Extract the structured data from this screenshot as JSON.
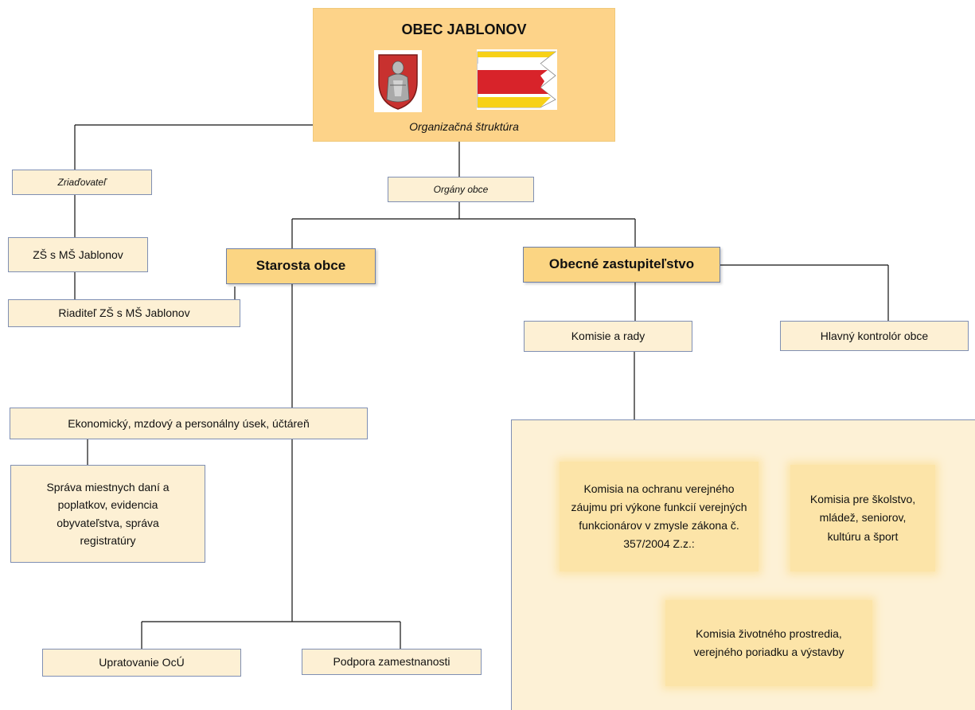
{
  "header": {
    "title": "OBEC JABLONOV",
    "subtitle": "Organizačná štruktúra"
  },
  "labels": {
    "founder": "Zriaďovateľ",
    "bodies": "Orgány obce"
  },
  "units": {
    "school": "ZŠ s MŠ Jablonov",
    "school_director": "Riaditeľ ZŠ s MŠ Jablonov",
    "mayor": "Starosta obce",
    "council": "Obecné zastupiteľstvo",
    "commissions_boards": "Komisie a rady",
    "chief_controller": "Hlavný kontrolór obce",
    "economic_dept": "Ekonomický, mzdový a personálny úsek, účtáreň",
    "tax_admin": "Správa miestnych daní a poplatkov, evidencia obyvateľstva, správa registratúry",
    "cleaning": "Upratovanie OcÚ",
    "employment": "Podpora zamestnanosti"
  },
  "commissions": {
    "public_interest": "Komisia na ochranu verejného záujmu pri výkone funkcií verejných funkcionárov v zmysle zákona č. 357/2004 Z.z.:",
    "education": "Komisia pre školstvo, mládež, seniorov, kultúru a šport",
    "environment": "Komisia životného prostredia, verejného poriadku a výstavby"
  },
  "colors": {
    "header_fill": "#fdd389",
    "accent_fill": "#fbd583",
    "box_fill": "#fdf0d4",
    "box_border": "#7f8fb3",
    "flag_red": "#d8232a",
    "flag_yellow": "#f7d117",
    "shield_red": "#c8312f"
  }
}
